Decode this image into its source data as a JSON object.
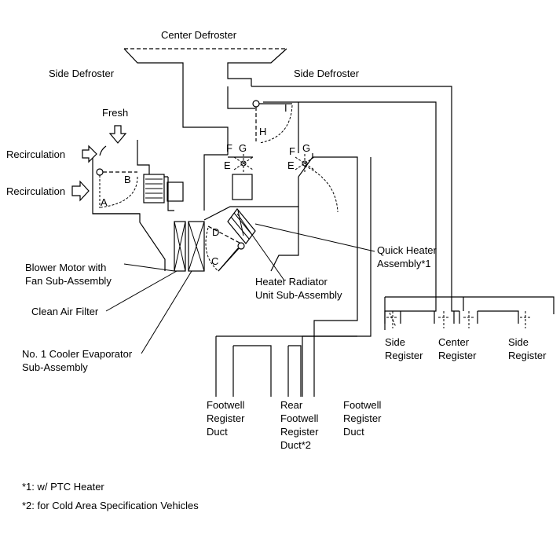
{
  "labels": {
    "center_defroster": "Center Defroster",
    "side_defroster_left": "Side Defroster",
    "side_defroster_right": "Side Defroster",
    "fresh": "Fresh",
    "recirculation_1": "Recirculation",
    "recirculation_2": "Recirculation",
    "blower_motor": [
      "Blower Motor with",
      "Fan Sub-Assembly"
    ],
    "clean_air_filter": "Clean Air Filter",
    "evaporator": [
      "No. 1 Cooler Evaporator",
      "Sub-Assembly"
    ],
    "heater_radiator": [
      "Heater Radiator",
      "Unit Sub-Assembly"
    ],
    "quick_heater": [
      "Quick Heater",
      "Assembly*1"
    ],
    "side_register_left": [
      "Side",
      "Register"
    ],
    "center_register": [
      "Center",
      "Register"
    ],
    "side_register_right": [
      "Side",
      "Register"
    ],
    "footwell_left": [
      "Footwell",
      "Register",
      "Duct"
    ],
    "rear_footwell": [
      "Rear",
      "Footwell",
      "Register",
      "Duct*2"
    ],
    "footwell_right": [
      "Footwell",
      "Register",
      "Duct"
    ]
  },
  "damper_letters": {
    "a": "A",
    "b": "B",
    "c": "C",
    "d": "D",
    "e_left": "E",
    "f_left": "F",
    "g_left": "G",
    "e_right": "E",
    "f_right": "F",
    "g_right": "G",
    "h": "H",
    "i": "I"
  },
  "footnotes": {
    "note1": "*1: w/ PTC Heater",
    "note2": "*2: for Cold Area Specification Vehicles"
  }
}
